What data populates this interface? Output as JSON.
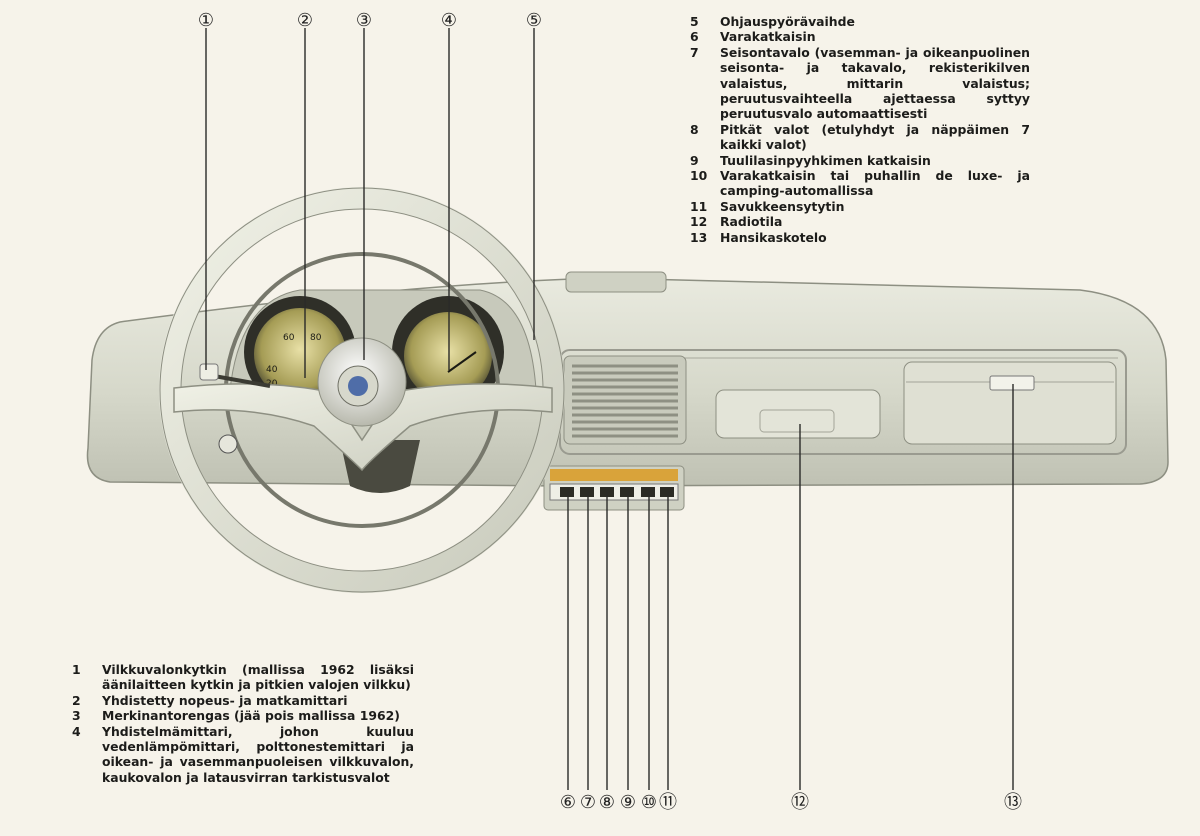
{
  "legend_top_right": [
    {
      "num": "5",
      "text": "Ohjauspyörävaihde"
    },
    {
      "num": "6",
      "text": "Varakatkaisin"
    },
    {
      "num": "7",
      "text": "Seisontavalo (vasemman- ja oikeanpuolinen seisonta- ja takavalo, rekisterikilven valaistus, mittarin valaistus; peruutusvaihteella ajettaessa syttyy peruutusvalo automaattisesti"
    },
    {
      "num": "8",
      "text": "Pitkät valot (etulyhdyt ja näppäimen 7 kaikki valot)"
    },
    {
      "num": "9",
      "text": "Tuulilasinpyyhkimen katkaisin"
    },
    {
      "num": "10",
      "text": "Varakatkaisin tai puhallin de luxe- ja camping-automallissa"
    },
    {
      "num": "11",
      "text": "Savukkeensytytin"
    },
    {
      "num": "12",
      "text": "Radiotila"
    },
    {
      "num": "13",
      "text": "Hansikaskotelo"
    }
  ],
  "legend_bottom_left": [
    {
      "num": "1",
      "text": "Vilkkuvalonkytkin (mallissa 1962 lisäksi äänilaitteen kytkin ja pitkien valojen vilkku)"
    },
    {
      "num": "2",
      "text": "Yhdistetty nopeus- ja matkamittari"
    },
    {
      "num": "3",
      "text": "Merkinantorengas (jää pois mallissa 1962)"
    },
    {
      "num": "4",
      "text": "Yhdistelmämittari, johon kuuluu vedenlämpömittari, polttonestemittari ja oikean- ja vasemmanpuoleisen vilkkuvalon, kaukovalon ja latausvirran tarkistusvalot"
    }
  ],
  "callouts_top": [
    "①",
    "②",
    "③",
    "④",
    "⑤"
  ],
  "callouts_bottom": [
    "⑥",
    "⑦",
    "⑧",
    "⑨",
    "⑩",
    "⑪",
    "⑫",
    "⑬"
  ],
  "speedometer_ticks": [
    "60",
    "80",
    "40",
    "20"
  ],
  "colors": {
    "paper": "#f6f3ea",
    "dash": "#d8d9cc",
    "wheel": "#e4e5d8",
    "gauge_face": "#a9a15a",
    "switch_bar": "#d9a33a",
    "line": "#2a2a28"
  }
}
